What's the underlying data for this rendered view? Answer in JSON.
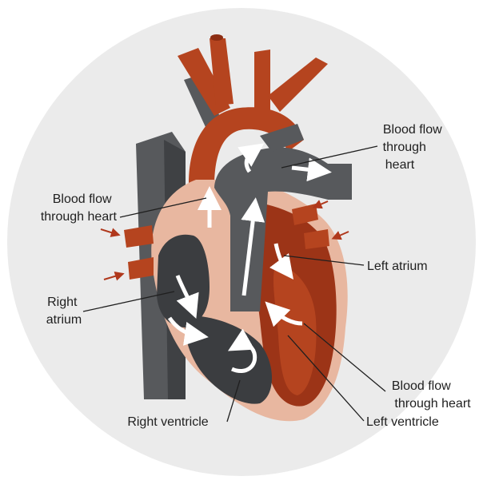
{
  "labels": {
    "blood_flow_top_right": [
      "Blood flow",
      "through",
      "heart"
    ],
    "blood_flow_left": [
      "Blood flow",
      "through heart"
    ],
    "left_atrium": "Left atrium",
    "right_atrium": [
      "Right",
      "atrium"
    ],
    "blood_flow_bottom_right": [
      "Blood flow",
      "through heart"
    ],
    "left_ventricle": "Left ventricle",
    "right_ventricle": "Right ventricle"
  },
  "colors": {
    "background_circle": "#ebebeb",
    "artery_red": "#b5441f",
    "artery_dark": "#8c2d12",
    "vein_gray": "#57595c",
    "vein_dark": "#3f4144",
    "chamber_pink": "#e8b7a0",
    "chamber_inner_dark": "#3b3d40",
    "muscle_red": "#9c3417",
    "inflow_arrow": "#b0381c",
    "flow_arrow": "#ffffff",
    "leader_line": "#1f1f1f"
  }
}
